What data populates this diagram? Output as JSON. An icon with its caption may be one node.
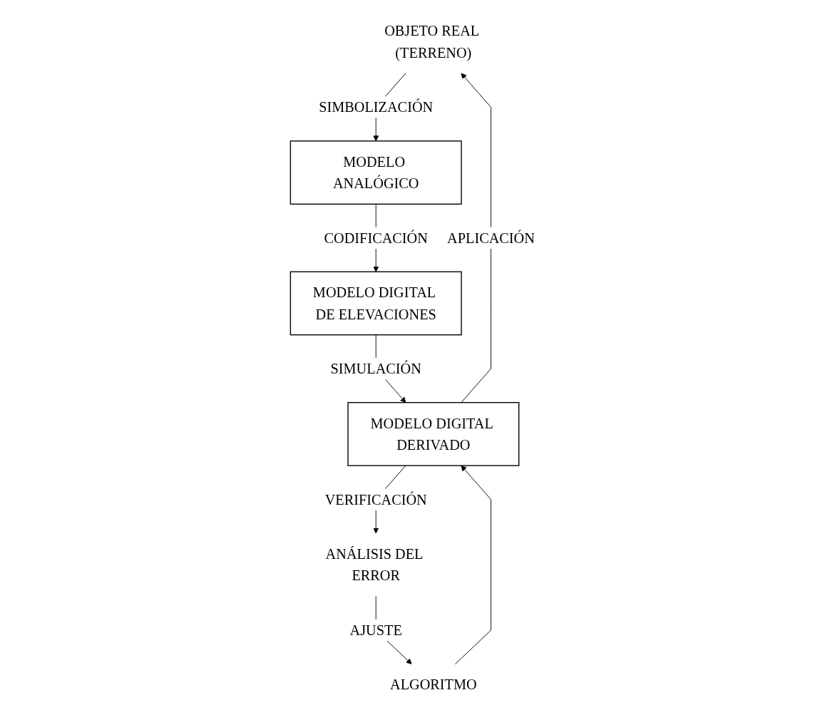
{
  "diagram": {
    "nodes": [
      {
        "text": [
          "OBJETO REAL (TERRENO)"
        ]
      },
      {
        "text": [
          "MODELO ANALÓGICO"
        ]
      },
      {
        "text": [
          "MODELO DIGITAL DE ELEVACIONES"
        ]
      },
      {
        "text": [
          "ANÁLISIS DEL ERROR"
        ]
      },
      {
        "text": [
          "ALGORITMO"
        ]
      },
      {
        "text": [
          "MODELO DIGITAL DERIVADO"
        ]
      }
    ],
    "edges": [
      {
        "from": 0,
        "to": 1,
        "arrow": "to",
        "label": "SIMBOLIZACIÓN"
      },
      {
        "from": 1,
        "to": 2,
        "arrow": "to",
        "label": "CODIFICACIÓN"
      },
      {
        "from": 2,
        "to": 5,
        "arrow": "to",
        "label": "SIMULACIÓN"
      },
      {
        "from": 5,
        "to": 0,
        "arrow": "to",
        "label": "APLICACIÓN"
      },
      {
        "from": 5,
        "to": 3,
        "arrow": "to",
        "label": "VERIFICACIÓN"
      },
      {
        "from": 3,
        "to": 4,
        "arrow": "to",
        "label": "AJUSTE"
      },
      {
        "from": 4,
        "to": 5,
        "arrow": "to"
      }
    ]
  }
}
